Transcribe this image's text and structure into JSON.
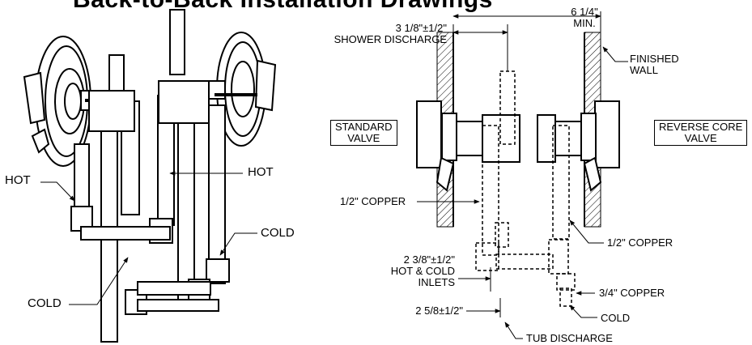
{
  "title": "Back-to-Back Installation Drawings",
  "left_view": {
    "hot_labels": [
      "HOT",
      "HOT"
    ],
    "cold_labels": [
      "COLD",
      "COLD"
    ]
  },
  "right_view": {
    "shower_discharge": [
      "3 1/8\"±1/2\"",
      "SHOWER DISCHARGE"
    ],
    "wall_spacing": [
      "6 1/4\"",
      "MIN."
    ],
    "finished_wall": [
      "FINISHED",
      "WALL"
    ],
    "standard_valve": [
      "STANDARD",
      "VALVE"
    ],
    "reverse_core_valve": [
      "REVERSE CORE",
      "VALVE"
    ],
    "copper_half_left": "1/2\" COPPER",
    "copper_half_right": "1/2\" COPPER",
    "inlets": [
      "2 3/8\"±1/2\"",
      "HOT & COLD",
      "INLETS"
    ],
    "copper_three_quarter": "3/4\" COPPER",
    "cold": "COLD",
    "tub_dim": "2 5/8±1/2\"",
    "tub_discharge": "TUB DISCHARGE"
  }
}
